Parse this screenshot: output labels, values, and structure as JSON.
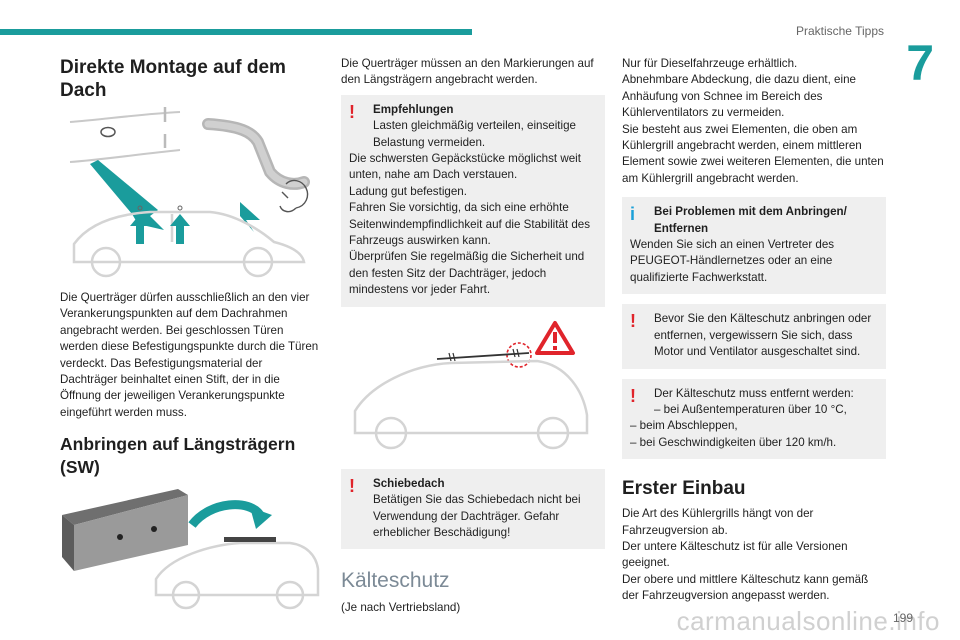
{
  "header": {
    "section": "Praktische Tipps",
    "chapter": "7"
  },
  "footer": {
    "page": "199",
    "watermark": "carmanualsonline.info"
  },
  "col1": {
    "title": "Direkte Montage auf dem Dach",
    "text": "Die Querträger dürfen ausschließlich an den vier Verankerungspunkten auf dem Dachrahmen angebracht werden. Bei geschlossen Türen werden diese Befestigungspunkte durch die Türen verdeckt. Das Befestigungsmaterial der Dachträger beinhaltet einen Stift, der in die Öffnung der jeweiligen Verankerungspunkte eingeführt werden muss.",
    "title2": "Anbringen auf Längsträgern (SW)"
  },
  "col2": {
    "intro": "Die Querträger müssen an den Markierungen auf den Längsträgern angebracht werden.",
    "recommend": {
      "title": "Empfehlungen",
      "lines": [
        "Lasten gleichmäßig verteilen, einseitige Belastung vermeiden.",
        "Die schwersten Gepäckstücke möglichst weit unten, nahe am Dach verstauen.",
        "Ladung gut befestigen.",
        "Fahren Sie vorsichtig, da sich eine erhöhte Seitenwindempfindlichkeit auf die Stabilität des Fahrzeugs auswirken kann.",
        "Überprüfen Sie regelmäßig die Sicherheit und den festen Sitz der Dachträger, jedoch mindestens vor jeder Fahrt."
      ]
    },
    "sunroof": {
      "title": "Schiebedach",
      "text": "Betätigen Sie das Schiebedach nicht bei Verwendung der Dachträger. Gefahr erheblicher Beschädigung!"
    },
    "title2": "Kälteschutz",
    "note": "(Je nach Vertriebsland)"
  },
  "col3": {
    "lines": [
      "Nur für Dieselfahrzeuge erhältlich.",
      "Abnehmbare Abdeckung, die dazu dient, eine Anhäufung von Schnee im Bereich des Kühlerventilators zu vermeiden.",
      "Sie besteht aus zwei Elementen, die oben am Kühlergrill angebracht werden, einem mittleren Element sowie zwei weiteren Elementen, die unten am Kühlergrill angebracht werden."
    ],
    "problem": {
      "title": "Bei Problemen mit dem Anbringen/ Entfernen",
      "text": "Wenden Sie sich an einen Vertreter des PEUGEOT-Händlernetzes oder an eine qualifizierte Fachwerkstatt."
    },
    "warn1": "Bevor Sie den Kälteschutz anbringen oder entfernen, vergewissern Sie sich, dass Motor und Ventilator ausgeschaltet sind.",
    "warn2": {
      "intro": "Der Kälteschutz muss entfernt werden:",
      "items": [
        "– bei Außentemperaturen über 10 °C,",
        "– beim Abschleppen,",
        "– bei Geschwindigkeiten über 120 km/h."
      ]
    },
    "title2": "Erster Einbau",
    "lines2": [
      "Die Art des Kühlergrills hängt von der Fahrzeugversion ab.",
      "Der untere Kälteschutz ist für alle Versionen geeignet.",
      "Der obere und mittlere Kälteschutz kann gemäß der Fahrzeugversion angepasst werden."
    ]
  },
  "icons": {
    "warning": "exclamation-icon",
    "info": "info-icon",
    "hazard": "warning-triangle-icon"
  },
  "colors": {
    "accent": "#1a9c9c",
    "warning": "#e0242b",
    "info": "#1aa0d8",
    "panel": "#efefef"
  }
}
